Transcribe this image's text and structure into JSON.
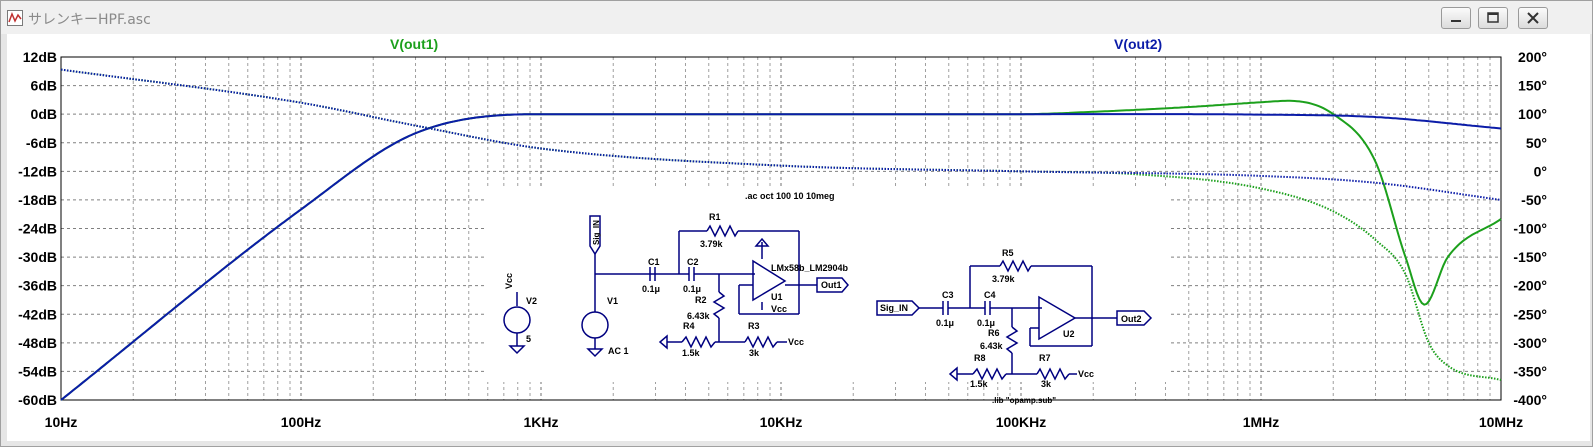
{
  "window": {
    "title": "サレンキーHPF.asc",
    "buttons": [
      "minimize",
      "maximize",
      "close"
    ]
  },
  "plot": {
    "trace_labels": [
      {
        "name": "V(out1)",
        "color": "#1ca01c"
      },
      {
        "name": "V(out2)",
        "color": "#0b1ca8"
      }
    ],
    "left_axis": [
      "12dB",
      "6dB",
      "0dB",
      "-6dB",
      "-12dB",
      "-18dB",
      "-24dB",
      "-30dB",
      "-36dB",
      "-42dB",
      "-48dB",
      "-54dB",
      "-60dB"
    ],
    "right_axis": [
      "200°",
      "150°",
      "100°",
      "50°",
      "0°",
      "-50°",
      "-100°",
      "-150°",
      "-200°",
      "-250°",
      "-300°",
      "-350°",
      "-400°"
    ],
    "x_axis": [
      "10Hz",
      "100Hz",
      "1KHz",
      "10KHz",
      "100KHz",
      "1MHz",
      "10MHz"
    ]
  },
  "chart_data": {
    "type": "line",
    "title": "",
    "xscale": "log",
    "xlim": [
      10,
      10000000
    ],
    "ylim_left_dB": [
      -60,
      12
    ],
    "ylim_right_deg": [
      -400,
      200
    ],
    "grid": true,
    "series": [
      {
        "name": "V(out1)",
        "kind": "magnitude",
        "axis": "left",
        "color": "#1ca01c",
        "x": [
          10,
          100,
          300,
          1000,
          10000,
          100000,
          200000,
          500000,
          1000000,
          1300000,
          2000000,
          3000000,
          4000000,
          4800000,
          6000000,
          10000000
        ],
        "y": [
          -60,
          -20,
          -4,
          0,
          0,
          0,
          0.5,
          1.5,
          2.5,
          2.8,
          0,
          -10,
          -30,
          -40,
          -30,
          -22
        ]
      },
      {
        "name": "V(out2)",
        "kind": "magnitude",
        "axis": "left",
        "color": "#0b1ca8",
        "x": [
          10,
          100,
          300,
          1000,
          10000,
          100000,
          1000000,
          3000000,
          10000000
        ],
        "y": [
          -60,
          -20,
          -4,
          0,
          0,
          0,
          -0.1,
          -0.6,
          -3
        ]
      },
      {
        "name": "V(out1)",
        "kind": "phase",
        "axis": "right",
        "color": "#1ca01c",
        "x": [
          10,
          100,
          300,
          1000,
          10000,
          100000,
          300000,
          1000000,
          2000000,
          3000000,
          4000000,
          5000000,
          6000000,
          10000000
        ],
        "y": [
          178,
          120,
          80,
          40,
          10,
          0,
          -5,
          -30,
          -70,
          -120,
          -180,
          -300,
          -340,
          -365
        ]
      },
      {
        "name": "V(out2)",
        "kind": "phase",
        "axis": "right",
        "color": "#0b1ca8",
        "x": [
          10,
          100,
          300,
          1000,
          10000,
          100000,
          1000000,
          3000000,
          10000000
        ],
        "y": [
          178,
          120,
          80,
          40,
          10,
          0,
          -8,
          -20,
          -50
        ]
      }
    ]
  },
  "schematic": {
    "directive_ac": ".ac oct 100 10 10meg",
    "directive_lib": ".lib \"opamp.sub\"",
    "labels": {
      "sig_in": "Sig_IN",
      "vcc": "Vcc",
      "v2": "V2",
      "v2_val": "5",
      "v1": "V1",
      "v1_val": "AC 1",
      "c1": "C1",
      "c1_val": "0.1μ",
      "c2": "C2",
      "c2_val": "0.1μ",
      "r1": "R1",
      "r1_val": "3.79k",
      "r2": "R2",
      "r2_val": "6.43k",
      "r3": "R3",
      "r3_val": "3k",
      "r4": "R4",
      "r4_val": "1.5k",
      "u1": "U1",
      "u1_model": "LMx58b_LM2904b",
      "out1": "Out1",
      "c3": "C3",
      "c3_val": "0.1μ",
      "c4": "C4",
      "c4_val": "0.1μ",
      "r5": "R5",
      "r5_val": "3.79k",
      "r6": "R6",
      "r6_val": "6.43k",
      "r7": "R7",
      "r7_val": "3k",
      "r8": "R8",
      "r8_val": "1.5k",
      "u2": "U2",
      "out2": "Out2"
    }
  }
}
